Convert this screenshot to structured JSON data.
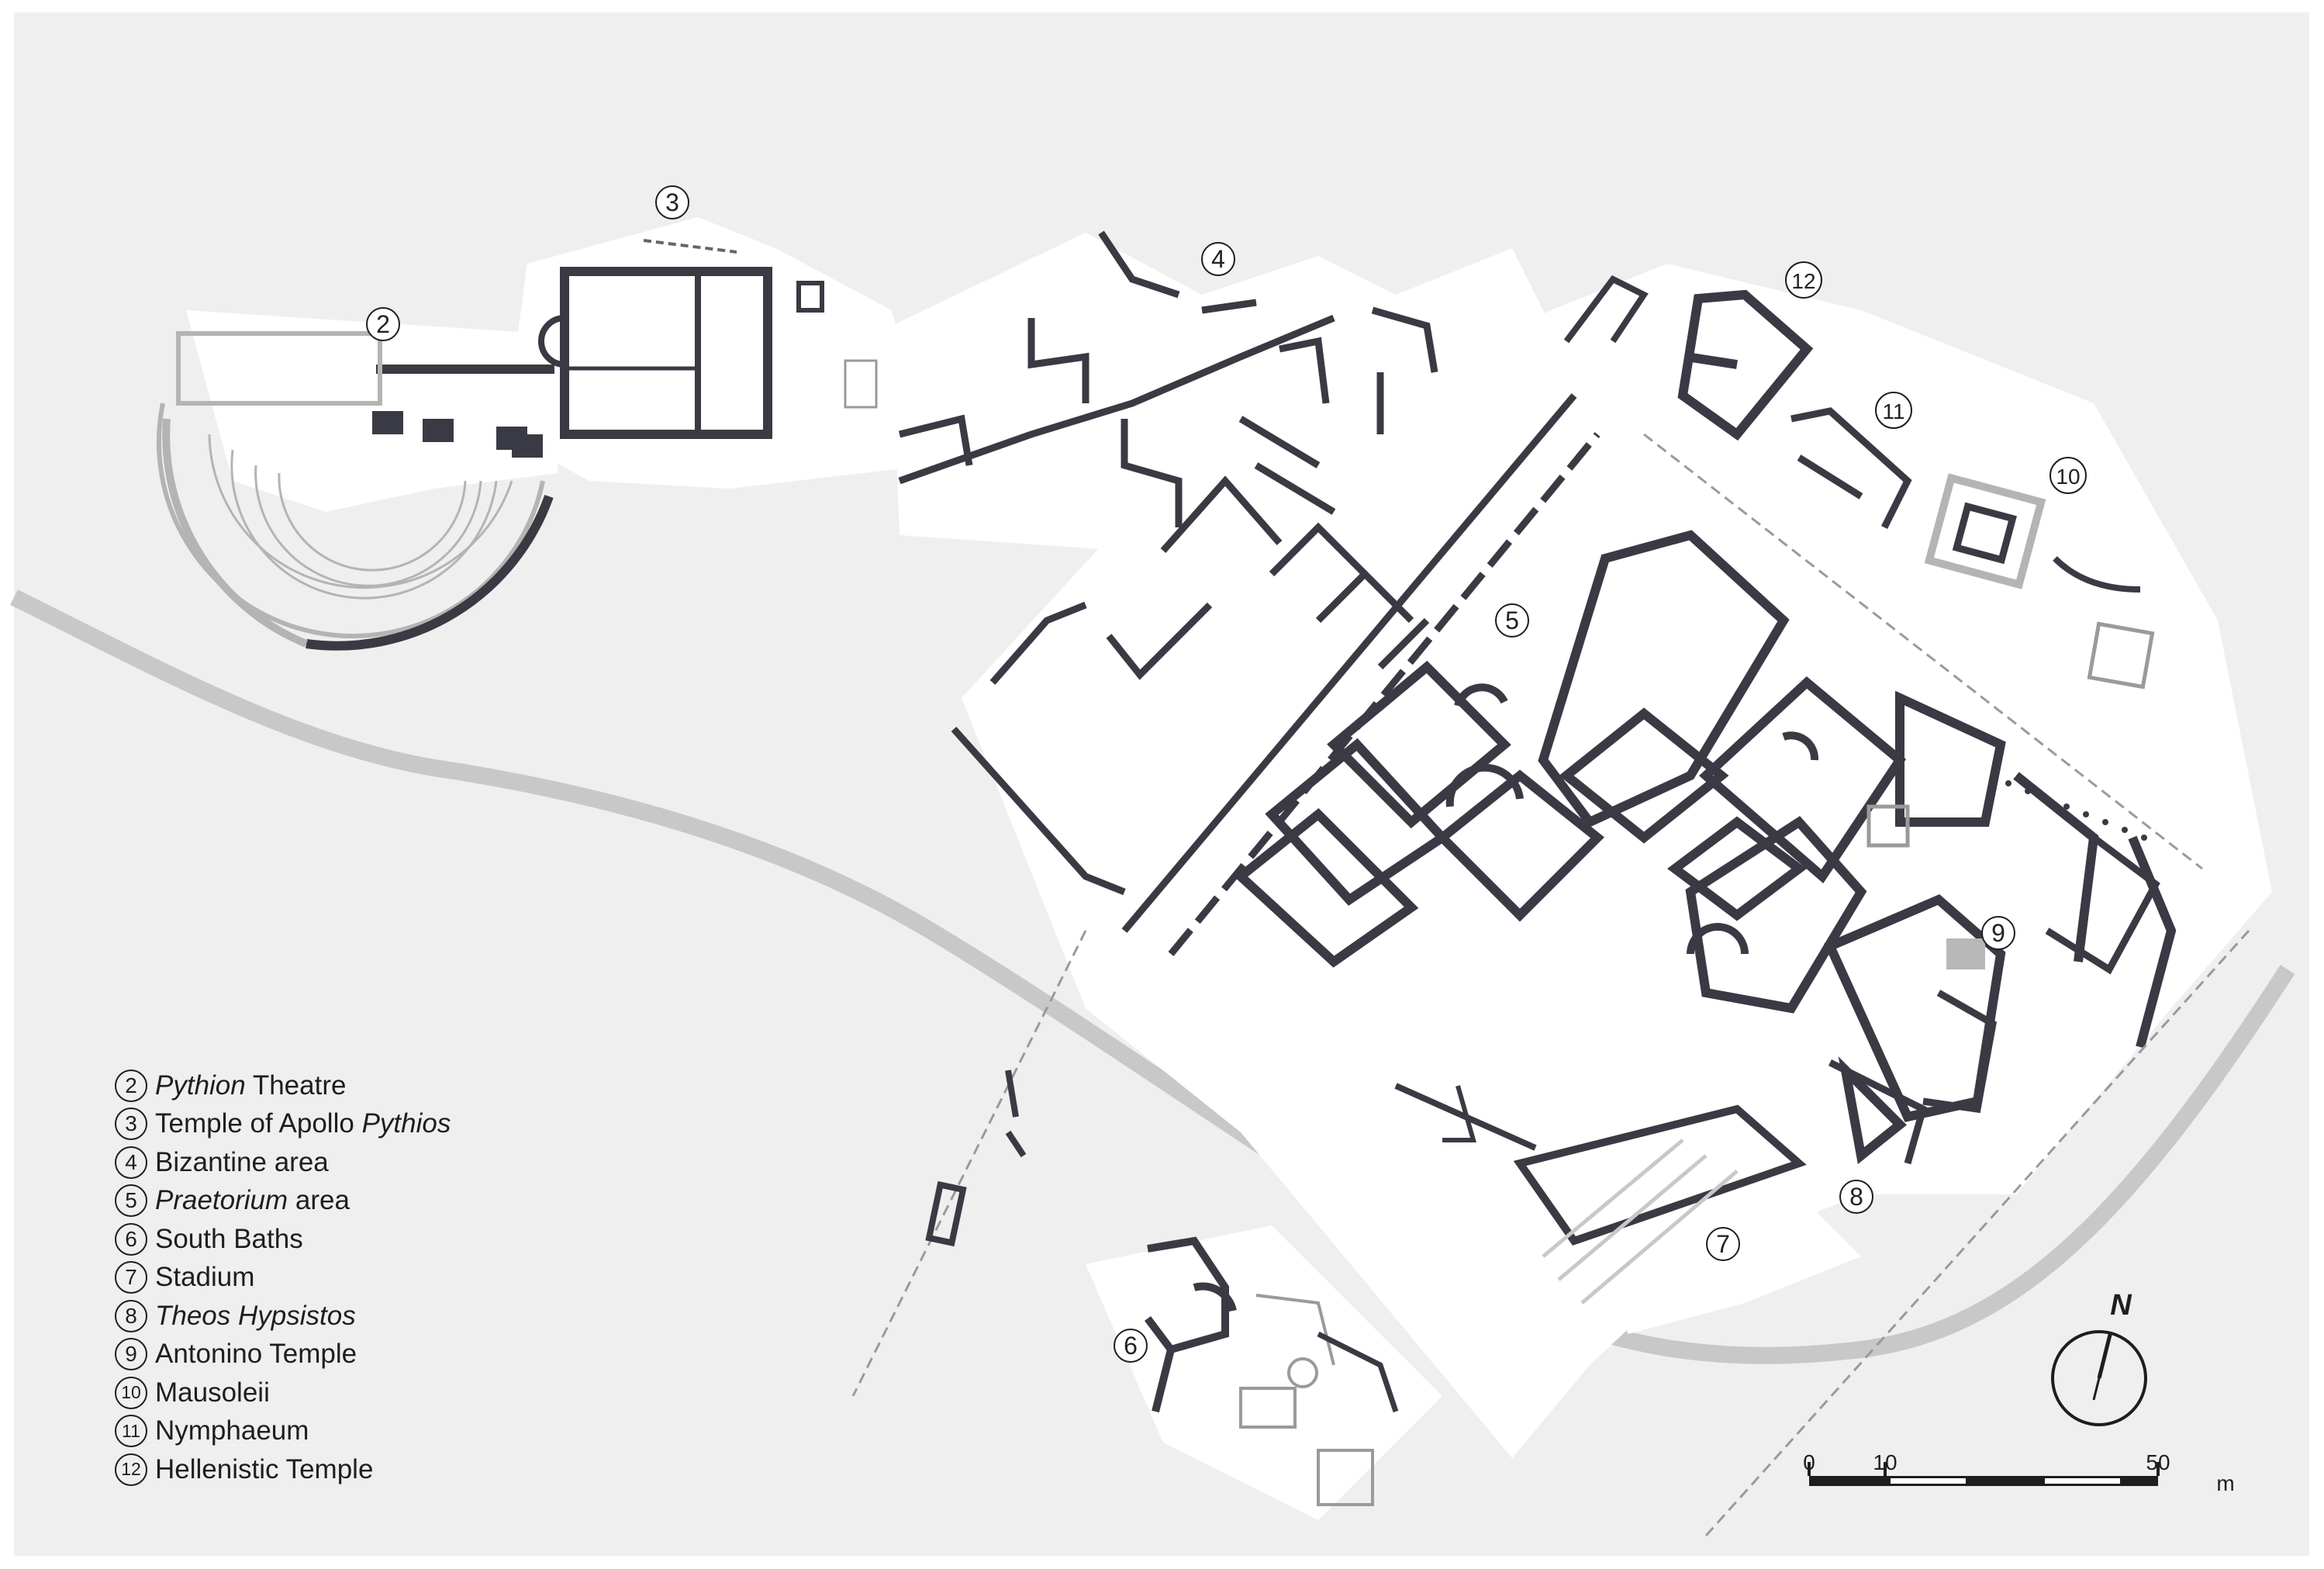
{
  "site_labels": [
    {
      "id": "site-2",
      "num": "2"
    },
    {
      "id": "site-3",
      "num": "3"
    },
    {
      "id": "site-4",
      "num": "4"
    },
    {
      "id": "site-5",
      "num": "5"
    },
    {
      "id": "site-6",
      "num": "6"
    },
    {
      "id": "site-7",
      "num": "7"
    },
    {
      "id": "site-8",
      "num": "8"
    },
    {
      "id": "site-9",
      "num": "9"
    },
    {
      "id": "site-10",
      "num": "10"
    },
    {
      "id": "site-11",
      "num": "11"
    },
    {
      "id": "site-12",
      "num": "12"
    }
  ],
  "legend": [
    {
      "num": "2",
      "italic": "Pythion",
      "text": " Theatre"
    },
    {
      "num": "3",
      "text": "Temple of Apollo ",
      "italic_after": "Pythios"
    },
    {
      "num": "4",
      "text": "Bizantine area"
    },
    {
      "num": "5",
      "italic": "Praetorium",
      "text": " area"
    },
    {
      "num": "6",
      "text": "South Baths"
    },
    {
      "num": "7",
      "text": "Stadium"
    },
    {
      "num": "8",
      "italic": "Theos Hypsistos",
      "text": ""
    },
    {
      "num": "9",
      "text": "Antonino Temple"
    },
    {
      "num": "10",
      "text": "Mausoleii"
    },
    {
      "num": "11",
      "text": "Nymphaeum"
    },
    {
      "num": "12",
      "text": "Hellenistic Temple"
    }
  ],
  "scale_bar": {
    "ticks": [
      "0",
      "10",
      "50"
    ],
    "unit": "m"
  },
  "north_arrow": {
    "label": "N"
  },
  "colors": {
    "background": "#efefef",
    "excavated": "#ffffff",
    "wall": "#3a3a44",
    "road": "#c6c6c6",
    "text": "#1e1e1e"
  }
}
